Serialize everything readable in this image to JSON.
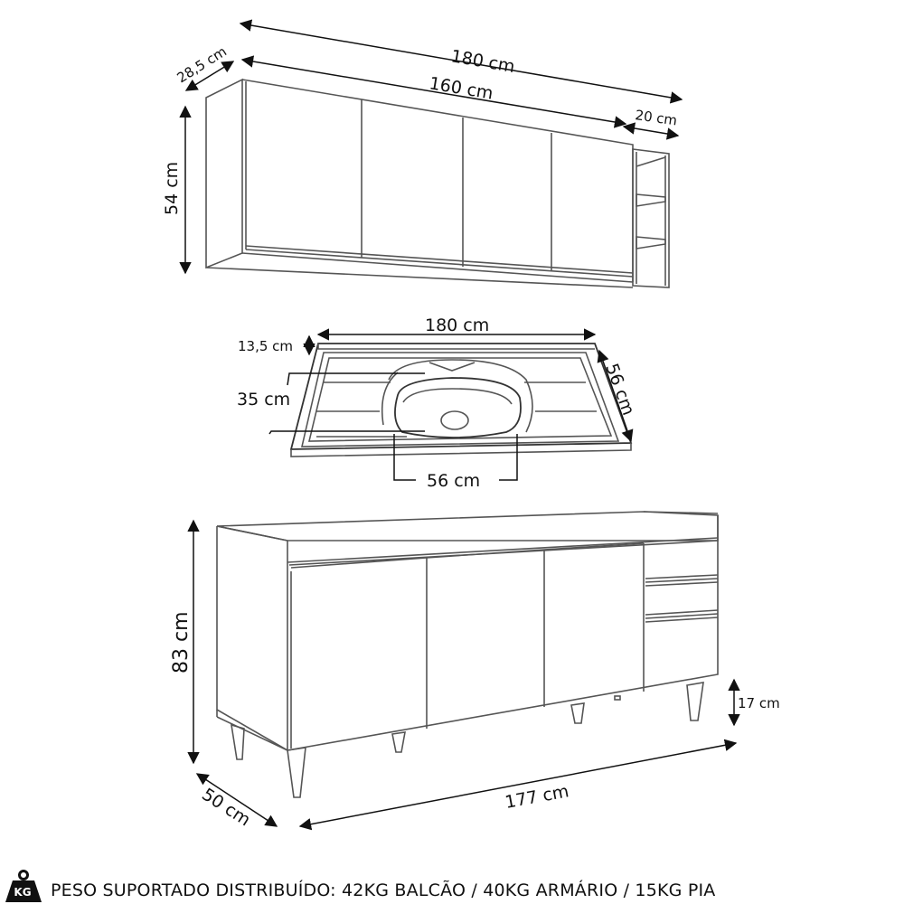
{
  "wall_cabinet": {
    "total_width": "180 cm",
    "cabinet_width": "160 cm",
    "niche_width": "20 cm",
    "depth": "28,5 cm",
    "height": "54 cm",
    "doors": 4,
    "niche_shelves": 2
  },
  "sink": {
    "width": "180 cm",
    "rim_height": "13,5 cm",
    "depth": "56 cm",
    "bowl_depth": "35 cm",
    "bowl_width": "56 cm"
  },
  "base_cabinet": {
    "height": "83 cm",
    "leg_height": "17 cm",
    "width": "177 cm",
    "depth": "50 cm",
    "doors": 3,
    "drawers": 3
  },
  "footer": {
    "icon": "weight-kg-icon",
    "icon_text": "KG",
    "text": "PESO SUPORTADO DISTRIBUÍDO: 42KG BALCÃO / 40KG ARMÁRIO / 15KG PIA"
  }
}
